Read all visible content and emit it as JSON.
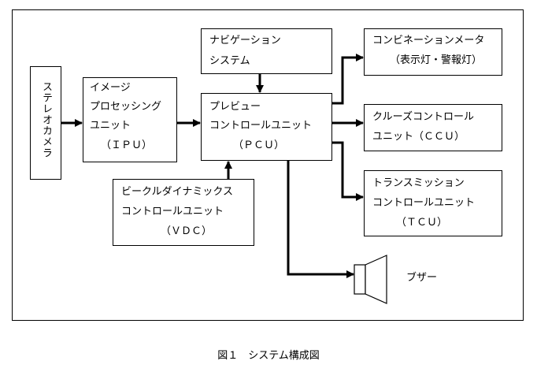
{
  "camera": {
    "label": "ステレオカメラ"
  },
  "ipu": {
    "line1": "イメージ",
    "line2": "プロセッシング",
    "line3": "ユニット",
    "line4": "（ＩＰＵ）"
  },
  "nav": {
    "line1": "ナビゲーション",
    "line2": "システム"
  },
  "pcu": {
    "line1": "プレビュー",
    "line2": "コントロールユニット",
    "line3": "（ＰＣＵ）"
  },
  "vdc": {
    "line1": "ビークルダイナミックス",
    "line2": "コントロールユニット",
    "line3": "（ＶＤＣ）"
  },
  "meter": {
    "line1": "コンビネーションメータ",
    "line2": "（表示灯・警報灯）"
  },
  "ccu": {
    "line1": "クルーズコントロール",
    "line2": "ユニット（ＣＣＵ）"
  },
  "tcu": {
    "line1": "トランスミッション",
    "line2": "コントロールユニット",
    "line3": "（ＴＣＵ）"
  },
  "buzzer": {
    "label": "ブザー"
  },
  "caption": "図１　システム構成図"
}
